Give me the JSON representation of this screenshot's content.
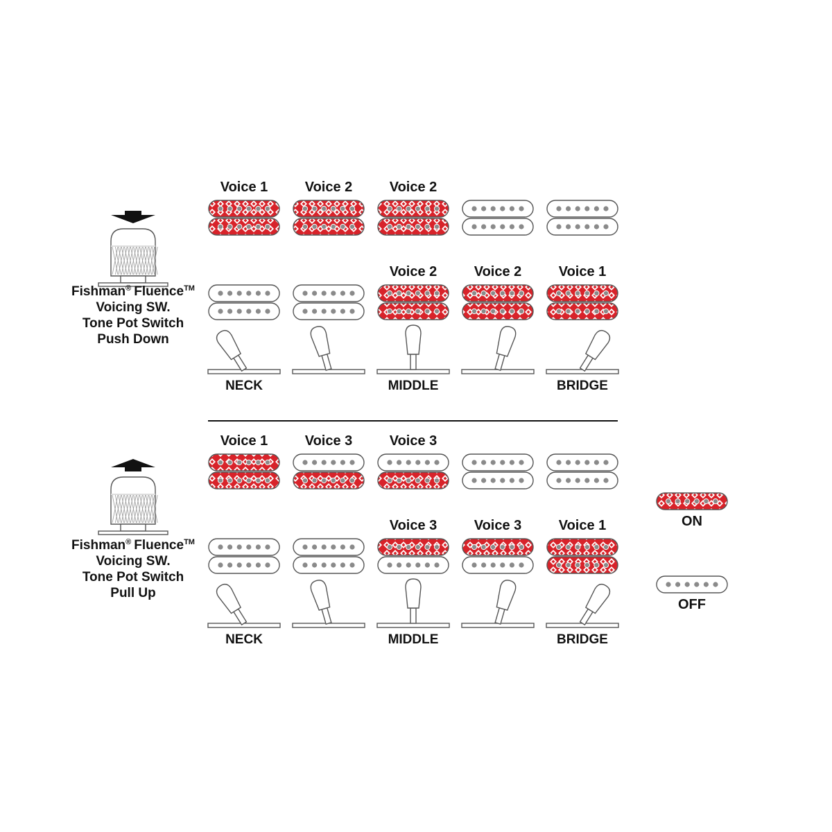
{
  "colors": {
    "on": "#d8232a",
    "off": "#ffffff",
    "outline": "#555555",
    "pole": "#8a8a8a",
    "text": "#111111"
  },
  "positions": [
    "NECK",
    "",
    "MIDDLE",
    "",
    "BRIDGE"
  ],
  "sections": [
    {
      "caption": {
        "brand": "Fishman",
        "brand_mark": "®",
        "product": "Fluence",
        "product_mark": "TM",
        "line2": "Voicing SW.",
        "line3": "Tone Pot Switch",
        "line4": "Push Down"
      },
      "arrow": "down-arrow",
      "rows": [
        {
          "cells": [
            {
              "voice": "Voice 1",
              "top": true,
              "bottom": true
            },
            {
              "voice": "Voice 2",
              "top": true,
              "bottom": true
            },
            {
              "voice": "Voice 2",
              "top": true,
              "bottom": true
            },
            {
              "voice": "",
              "top": false,
              "bottom": false
            },
            {
              "voice": "",
              "top": false,
              "bottom": false
            }
          ]
        },
        {
          "cells": [
            {
              "voice": "",
              "top": false,
              "bottom": false
            },
            {
              "voice": "",
              "top": false,
              "bottom": false
            },
            {
              "voice": "Voice 2",
              "top": true,
              "bottom": true
            },
            {
              "voice": "Voice 2",
              "top": true,
              "bottom": true
            },
            {
              "voice": "Voice 1",
              "top": true,
              "bottom": true
            }
          ]
        }
      ]
    },
    {
      "caption": {
        "brand": "Fishman",
        "brand_mark": "®",
        "product": "Fluence",
        "product_mark": "TM",
        "line2": "Voicing SW.",
        "line3": "Tone Pot Switch",
        "line4": "Pull Up"
      },
      "arrow": "up-arrow",
      "rows": [
        {
          "cells": [
            {
              "voice": "Voice 1",
              "top": true,
              "bottom": true
            },
            {
              "voice": "Voice 3",
              "top": false,
              "bottom": true
            },
            {
              "voice": "Voice 3",
              "top": false,
              "bottom": true
            },
            {
              "voice": "",
              "top": false,
              "bottom": false
            },
            {
              "voice": "",
              "top": false,
              "bottom": false
            }
          ]
        },
        {
          "cells": [
            {
              "voice": "",
              "top": false,
              "bottom": false
            },
            {
              "voice": "",
              "top": false,
              "bottom": false
            },
            {
              "voice": "Voice 3",
              "top": true,
              "bottom": false
            },
            {
              "voice": "Voice 3",
              "top": true,
              "bottom": false
            },
            {
              "voice": "Voice 1",
              "top": true,
              "bottom": true
            }
          ]
        }
      ]
    }
  ],
  "legend": {
    "on_label": "ON",
    "off_label": "OFF"
  }
}
